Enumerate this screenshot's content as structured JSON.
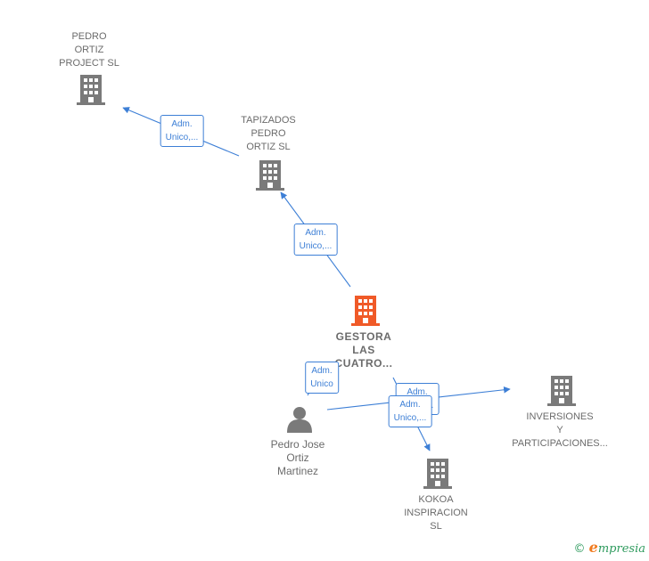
{
  "colors": {
    "company": "#7a7a7a",
    "main": "#f05a28",
    "person": "#7a7a7a",
    "edge": "#3d7fd6"
  },
  "nodes": {
    "pedro_ortiz_project": {
      "label": "PEDRO\nORTIZ\nPROJECT  SL",
      "icon": "building-icon"
    },
    "tapizados": {
      "label": "TAPIZADOS\nPEDRO\nORTIZ SL",
      "icon": "building-icon"
    },
    "gestora": {
      "label": "GESTORA\nLAS\nCUATRO...",
      "icon": "building-icon"
    },
    "pedro_jose": {
      "label": "Pedro Jose\nOrtiz\nMartinez",
      "icon": "person-icon"
    },
    "inversiones": {
      "label": "INVERSIONES\nY\nPARTICIPACIONES...",
      "icon": "building-icon"
    },
    "kokoa": {
      "label": "KOKOA\nINSPIRACION\nSL",
      "icon": "building-icon"
    }
  },
  "relations": {
    "tapizados_to_pedro_project": "Adm.\nUnico,...",
    "gestora_to_tapizados": "Adm.\nUnico,...",
    "person_to_gestora": "Adm.\nUnico",
    "person_to_inversiones": "Adm.\nUnico,...",
    "gestora_to_kokoa": "Adm.\nUnico,..."
  },
  "footer": {
    "copyright": "©",
    "brand_initial": "e",
    "brand_rest": "mpresia"
  }
}
